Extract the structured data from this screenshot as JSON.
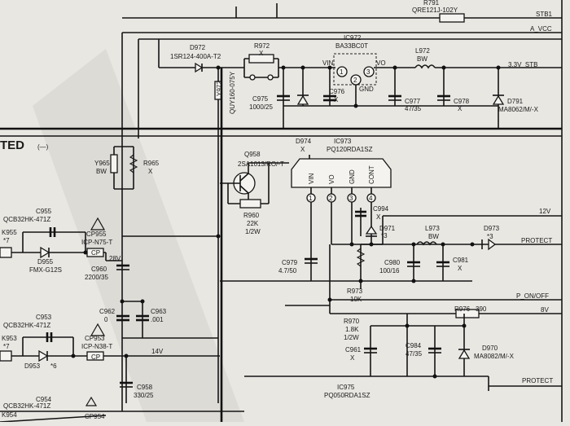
{
  "nets": {
    "stb1": "STB1",
    "a_vcc": "A_VCC",
    "stb33": "3.3V_STB",
    "v12": "12V",
    "protect1": "PROTECT",
    "p_on_off": "P_ON/OFF",
    "v8": "8V",
    "protect2": "PROTECT",
    "v28": "28V",
    "v14": "14V"
  },
  "header": {
    "q791": "QRE121J-102Y",
    "r791": "R791"
  },
  "side_text": "TED",
  "side_symbol": "(—)",
  "components": {
    "d972": {
      "ref": "D972",
      "value": "1SR124-400A-T2"
    },
    "r972": {
      "ref": "R972",
      "value": "X"
    },
    "y972": {
      "ref": "Y972",
      "value": "QUY160-075Y"
    },
    "ic972": {
      "ref": "IC972",
      "value": "BA33BC0T"
    },
    "ic972_pins": {
      "vin": "VIN",
      "vo": "VO",
      "gnd": "GND",
      "p1": "1",
      "p2": "2",
      "p3": "3"
    },
    "l972": {
      "ref": "L972",
      "value": "BW"
    },
    "c975": {
      "ref": "C975",
      "value": "1000/25"
    },
    "c976": {
      "ref": "C976",
      "value": "X"
    },
    "c977": {
      "ref": "C977",
      "value": "47/35"
    },
    "c978": {
      "ref": "C978",
      "value": "X"
    },
    "d791": {
      "ref": "D791",
      "value": "MA8062/M/-X"
    },
    "d974": {
      "ref": "D974",
      "value": "X"
    },
    "ic973": {
      "ref": "IC973",
      "value": "PQ120RDA1SZ"
    },
    "ic973_pins": {
      "vin": "VIN",
      "vo": "VO",
      "gnd": "GND",
      "cont": "CONT",
      "p1": "1",
      "p2": "2",
      "p3": "3",
      "p4": "4"
    },
    "y965": {
      "ref": "Y965",
      "value": "BW"
    },
    "r965": {
      "ref": "R965",
      "value": "X"
    },
    "q958": {
      "ref": "Q958",
      "value": "2SA1013/RO/-T"
    },
    "r960": {
      "ref": "R960",
      "value": "22K",
      "extra": "1/2W"
    },
    "c994": {
      "ref": "C994",
      "value": "X"
    },
    "d971": {
      "ref": "D971",
      "value": "*3"
    },
    "l973": {
      "ref": "L973",
      "value": "BW"
    },
    "d973": {
      "ref": "D973",
      "value": "*3"
    },
    "c955": {
      "ref": "C955",
      "value": "QCB32HK-471Z"
    },
    "k955": {
      "ref": "K955",
      "value": "*7"
    },
    "d955": {
      "ref": "D955",
      "value": "FMX-G12S"
    },
    "cp955": {
      "ref": "CP955",
      "value": "ICP-N75-T",
      "tag": "CP"
    },
    "c960": {
      "ref": "C960",
      "value": "2200/35"
    },
    "c979": {
      "ref": "C979",
      "value": "4.7/50"
    },
    "c980": {
      "ref": "C980",
      "value": "100/16"
    },
    "c981": {
      "ref": "C981",
      "value": "X"
    },
    "r973": {
      "ref": "R973",
      "value": "10K"
    },
    "r976": {
      "ref": "R976",
      "value": "390"
    },
    "c962": {
      "ref": "C962",
      "value": "0"
    },
    "c963": {
      "ref": "C963",
      "value": ".001"
    },
    "r970": {
      "ref": "R970",
      "value": "1.8K",
      "extra": "1/2W"
    },
    "c961": {
      "ref": "C961",
      "value": "X"
    },
    "c984": {
      "ref": "C984",
      "value": "47/35"
    },
    "d970": {
      "ref": "D970",
      "value": "MA8082/M/-X"
    },
    "c953": {
      "ref": "C953",
      "value": "QCB32HK-471Z"
    },
    "k953": {
      "ref": "K953",
      "value": "*7"
    },
    "cp953": {
      "ref": "CP953",
      "value": "ICP-N38-T",
      "tag": "CP"
    },
    "d953": {
      "ref": "D953",
      "value": "*6"
    },
    "c958": {
      "ref": "C958",
      "value": "330/25"
    },
    "ic975": {
      "ref": "IC975",
      "value": "PQ050RDA1SZ"
    },
    "c954": {
      "ref": "C954",
      "value": "QCB32HK-471Z"
    },
    "k954": {
      "ref": "K954"
    },
    "cp954": {
      "ref": "CP954"
    }
  }
}
